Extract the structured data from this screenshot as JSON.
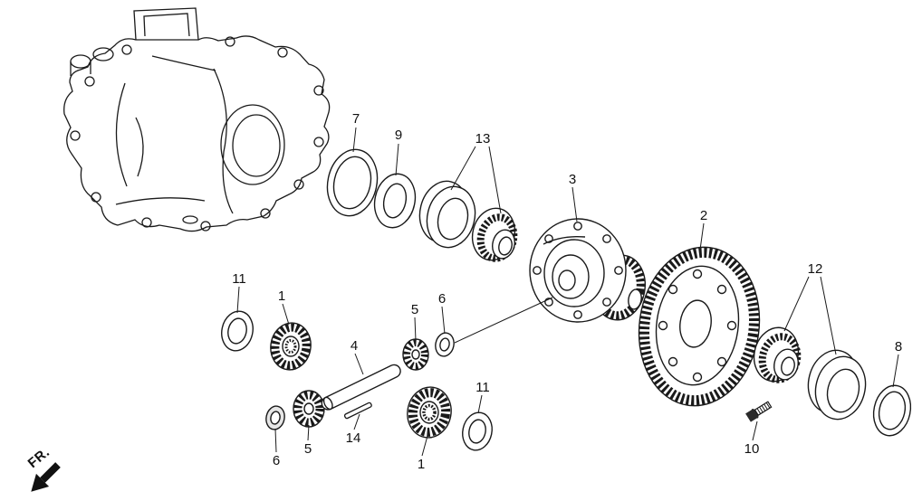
{
  "diagram": {
    "fr_label": "FR.",
    "background_color": "#ffffff",
    "line_color": "#1a1a1a"
  },
  "callouts": [
    {
      "ref": "7"
    },
    {
      "ref": "9"
    },
    {
      "ref": "13"
    },
    {
      "ref": "3"
    },
    {
      "ref": "2"
    },
    {
      "ref": "12"
    },
    {
      "ref": "8"
    },
    {
      "ref": "11"
    },
    {
      "ref": "1"
    },
    {
      "ref": "5"
    },
    {
      "ref": "6"
    },
    {
      "ref": "4"
    },
    {
      "ref": "14"
    },
    {
      "ref": "6"
    },
    {
      "ref": "5"
    },
    {
      "ref": "1"
    },
    {
      "ref": "11"
    },
    {
      "ref": "10"
    }
  ]
}
